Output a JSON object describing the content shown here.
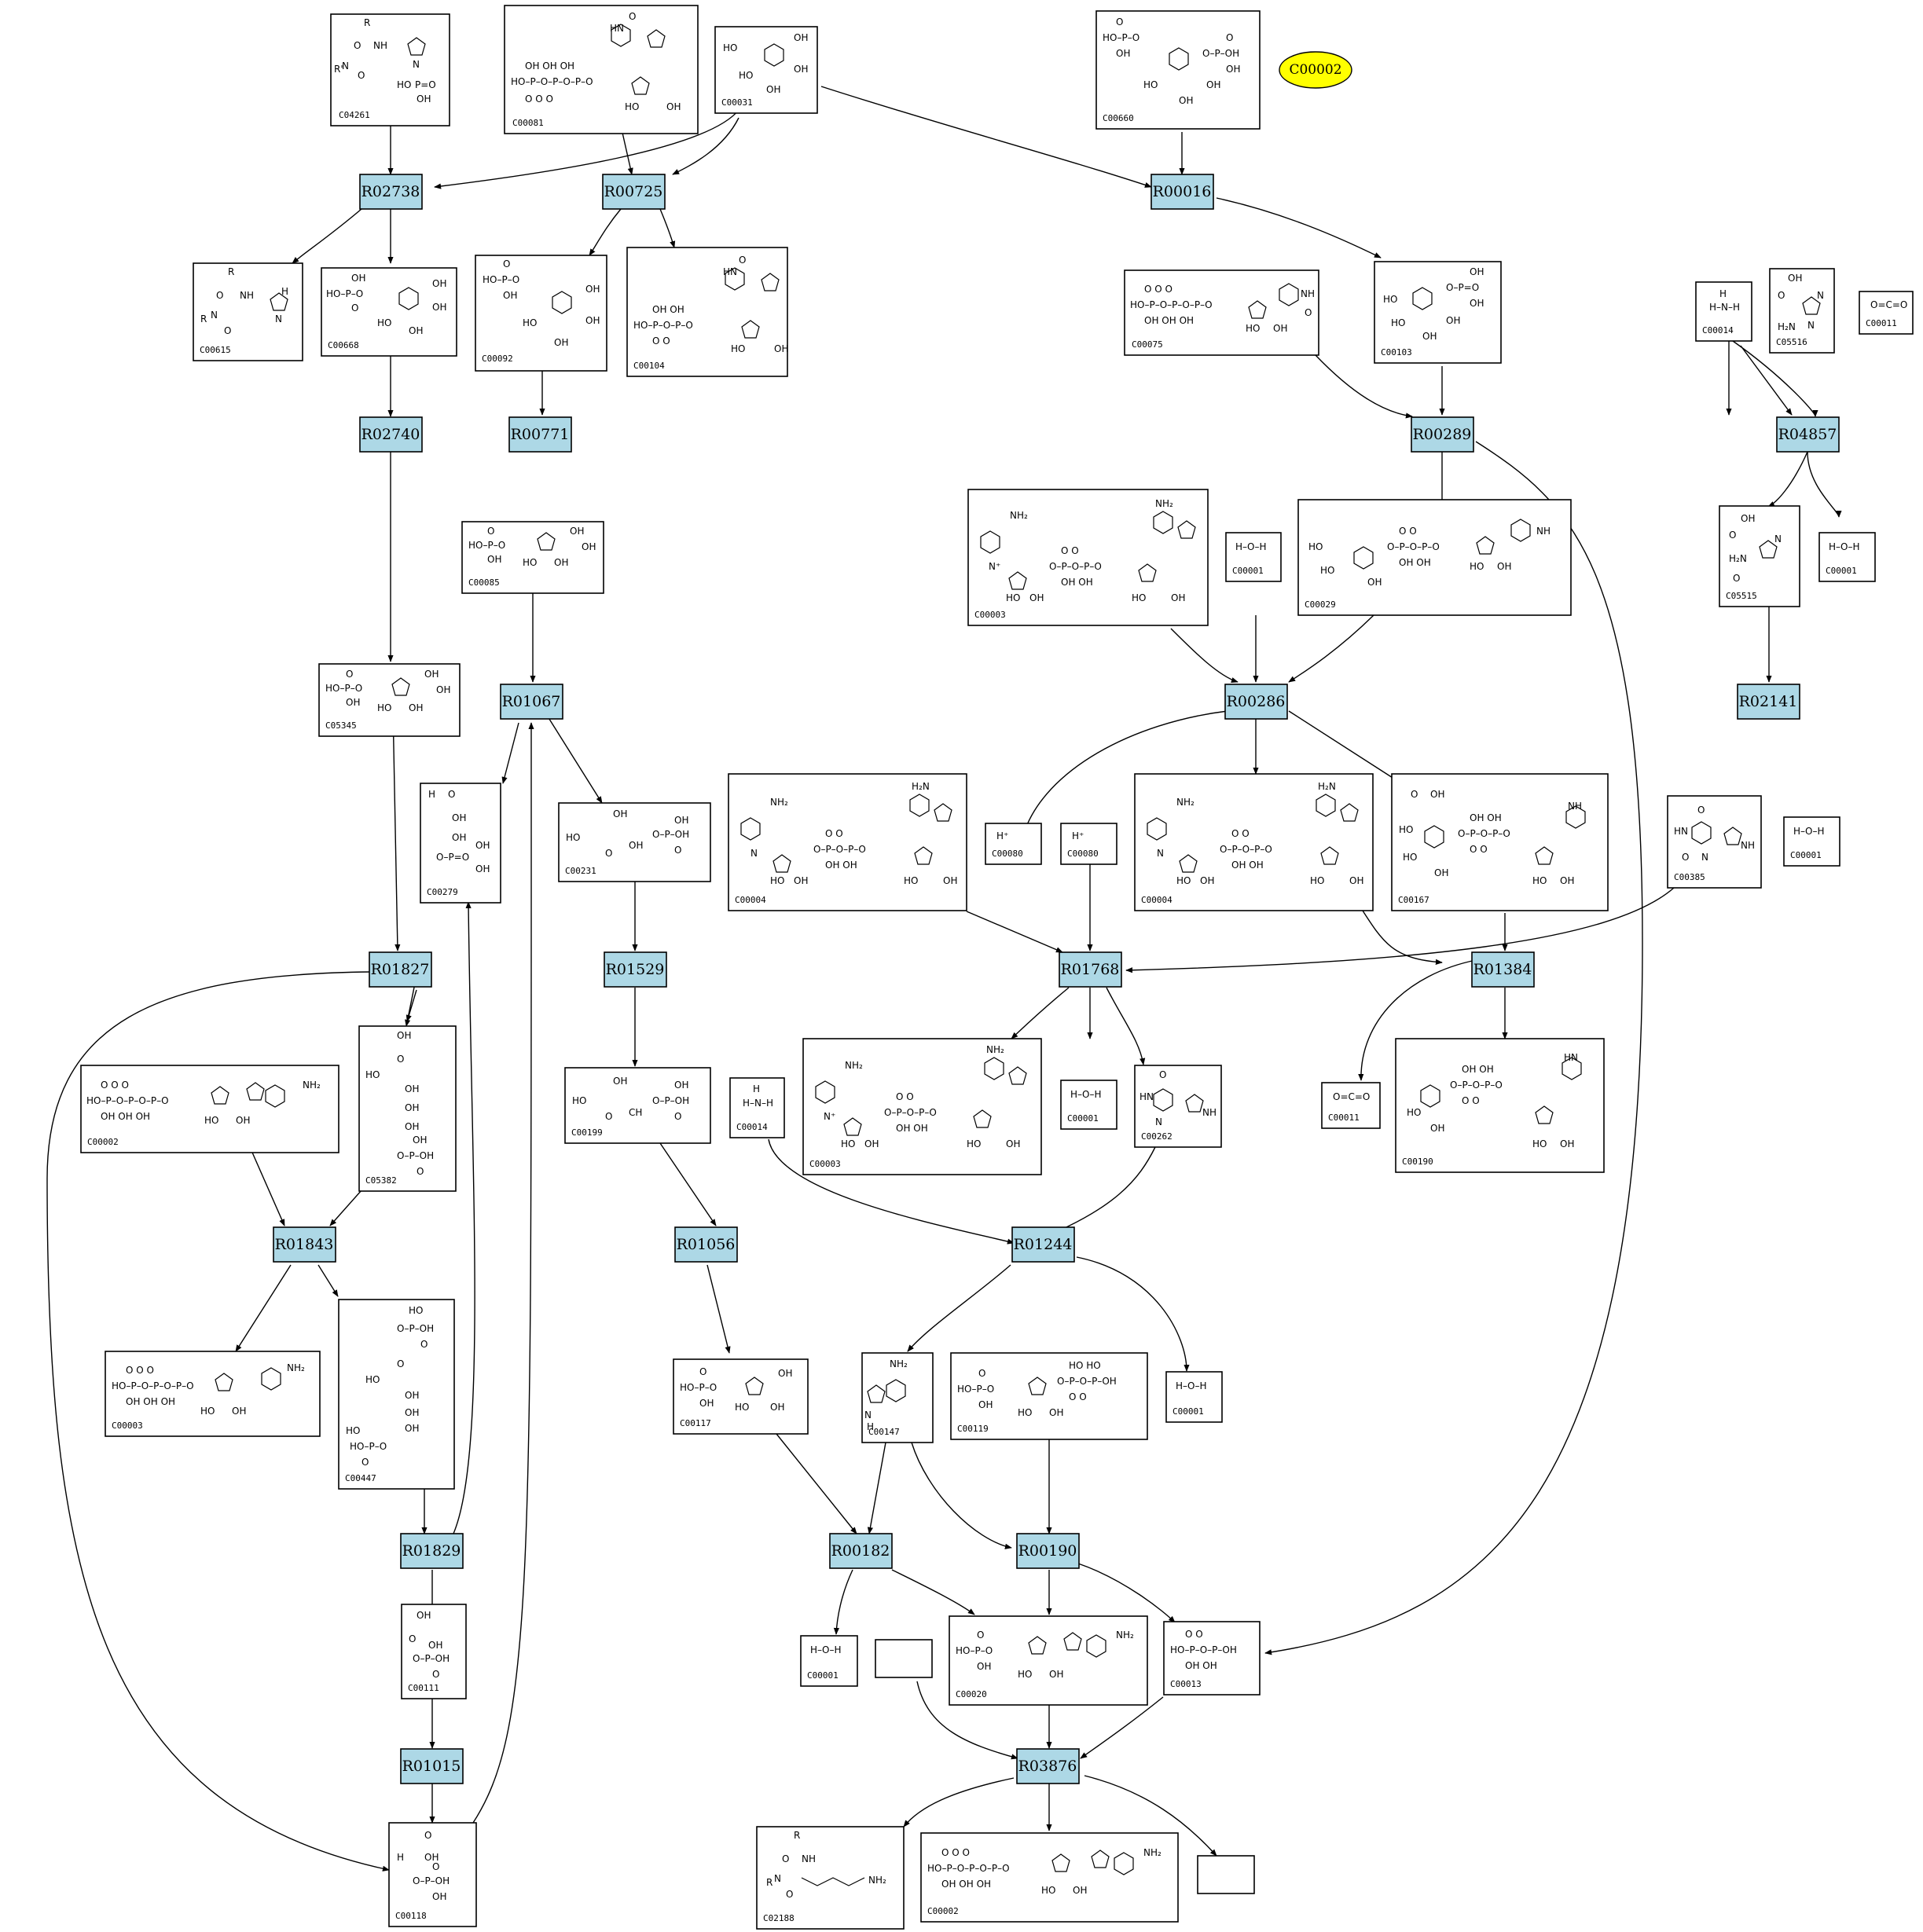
{
  "highlight": "C00002",
  "colors": {
    "reaction_fill": "#add8e6",
    "highlight_fill": "#ffff00",
    "compound_fill": "#ffffff",
    "stroke": "#000000"
  },
  "reactions": [
    "R02738",
    "R00725",
    "R00016",
    "R02740",
    "R00771",
    "R00289",
    "R04857",
    "R01067",
    "R00286",
    "R02141",
    "R01827",
    "R01529",
    "R01768",
    "R01384",
    "R01843",
    "R01056",
    "R01244",
    "R01829",
    "R00182",
    "R00190",
    "R01015",
    "R03876"
  ],
  "compounds": [
    "C04261",
    "C00081",
    "C00031",
    "C00660",
    "C00615",
    "C00668",
    "C00092",
    "C00104",
    "C00075",
    "C00103",
    "C00014",
    "C05516",
    "C00011",
    "C00085",
    "C00003",
    "C00001",
    "C00029",
    "C05515",
    "C00001",
    "C05345",
    "C00279",
    "C00231",
    "C00080",
    "C00080",
    "C00004",
    "C00004",
    "C00167",
    "C00385",
    "C00001",
    "C05382",
    "C00002",
    "C00199",
    "C00014",
    "C00003",
    "C00001",
    "C00262",
    "C00011",
    "C00190",
    "C00003",
    "C00447",
    "C00117",
    "C00147",
    "C00119",
    "C00001",
    "C00111",
    "C00001",
    "C00020",
    "C00013",
    "C00118",
    "C02188",
    "C00002"
  ],
  "atoms": {
    "OH": "OH",
    "HO": "HO",
    "P": "P",
    "O": "O",
    "N": "N",
    "NH": "NH",
    "NH2": "NH₂",
    "H": "H",
    "HN": "HN",
    "R": "R",
    "Hplus": "H⁺",
    "H2N": "H₂N",
    "CH": "CH",
    "HOP": "HO–P–O",
    "HOPO": "HO–P–O–P–O",
    "HOPOPO": "HO–P–O–P–O–P–O"
  }
}
